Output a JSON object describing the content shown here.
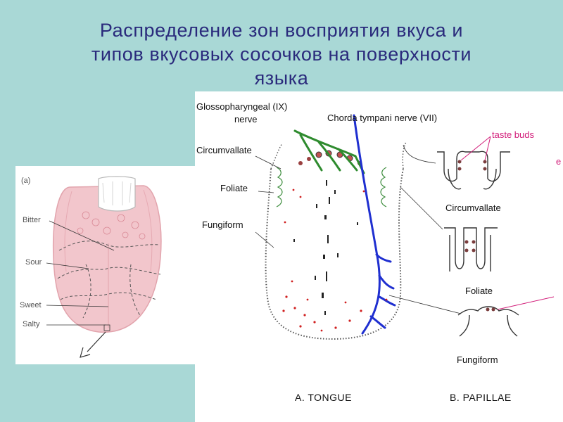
{
  "title": {
    "line1": "Распределение зон восприятия вкуса и",
    "line2": "типов вкусовых сосочков на поверхности",
    "line3": "языка"
  },
  "panel_a": {
    "tag": "(a)",
    "zones": [
      "Bitter",
      "Sour",
      "Sweet",
      "Salty"
    ]
  },
  "panel_main": {
    "nerve_glosso_line1": "Glossopharyngeal (IX)",
    "nerve_glosso_line2": "nerve",
    "nerve_chorda": "Chorda tympani nerve (VII)",
    "papilla_circumvallate": "Circumvallate",
    "papilla_foliate": "Foliate",
    "papilla_fungiform": "Fungiform",
    "taste_buds": "taste buds",
    "edge_mark": "e",
    "papillae_circumvallate": "Circumvallate",
    "papillae_foliate": "Foliate",
    "papillae_fungiform": "Fungiform",
    "caption_a": "A.  TONGUE",
    "caption_b": "B.  PAPILLAE"
  },
  "colors": {
    "background": "#a9d8d6",
    "title": "#2a2a7c",
    "nerve_ix": "#2e8b2e",
    "nerve_vii": "#1f2fd0",
    "taste_buds": "#d21e7a",
    "tongue_pink": "#f2c6cc"
  }
}
